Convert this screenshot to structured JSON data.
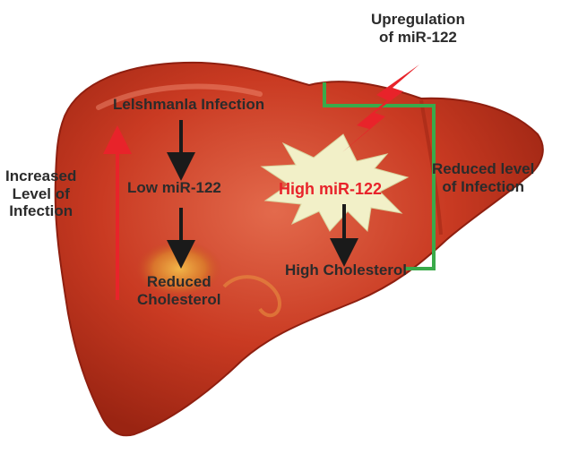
{
  "labels": {
    "upregulation_line1": "Upregulation",
    "upregulation_line2": "of miR-122",
    "leishmania_infection": "Lelshmanla Infection",
    "low_mir122": "Low miR-122",
    "high_mir122": "High miR-122",
    "increased_line1": "Increased",
    "increased_line2": "Level of",
    "increased_line3": "Infection",
    "reduced_level_line1": "Reduced level",
    "reduced_level_line2": "of Infection",
    "high_cholesterol": "High Cholesterol",
    "reduced_cholesterol_line1": "Reduced",
    "reduced_cholesterol_line2": "Cholesterol"
  },
  "colors": {
    "liver": "#c93a22",
    "liver_dark": "#8f1f10",
    "liver_light": "#e2654a",
    "burst_fill": "#f2f0c8",
    "text_dark": "#2b2b2b",
    "text_red": "#e8232a",
    "green_bracket": "#3aaa4a",
    "lightning": "#e8232a",
    "arrow_black": "#1a1a1a",
    "arrow_red": "#e8232a"
  }
}
